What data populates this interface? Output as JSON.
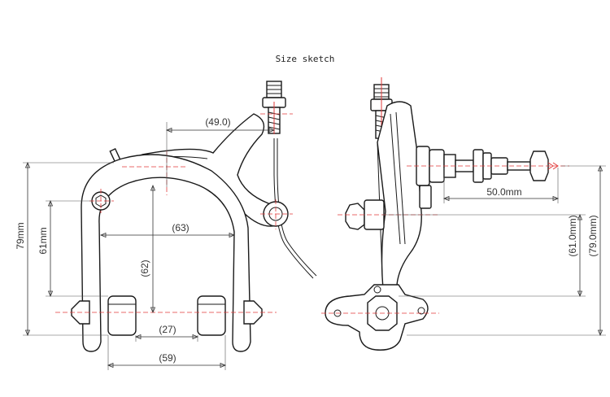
{
  "title": "Size sketch",
  "front_view": {
    "dim_arm_reach": "(49.0)",
    "dim_arch_width": "(63)",
    "dim_arch_depth": "(62)",
    "dim_pad_gap": "(27)",
    "dim_pad_span": "(59)",
    "dim_total_height": "79mm",
    "dim_pivot_height": "61mm"
  },
  "side_view": {
    "dim_bolt_length": "50.0mm",
    "dim_pivot_height": "(61.0mm)",
    "dim_total_height": "(79.0mm)"
  },
  "colors": {
    "line": "#1a1a1a",
    "centerline": "#e23a3a",
    "dimension": "#333333"
  }
}
